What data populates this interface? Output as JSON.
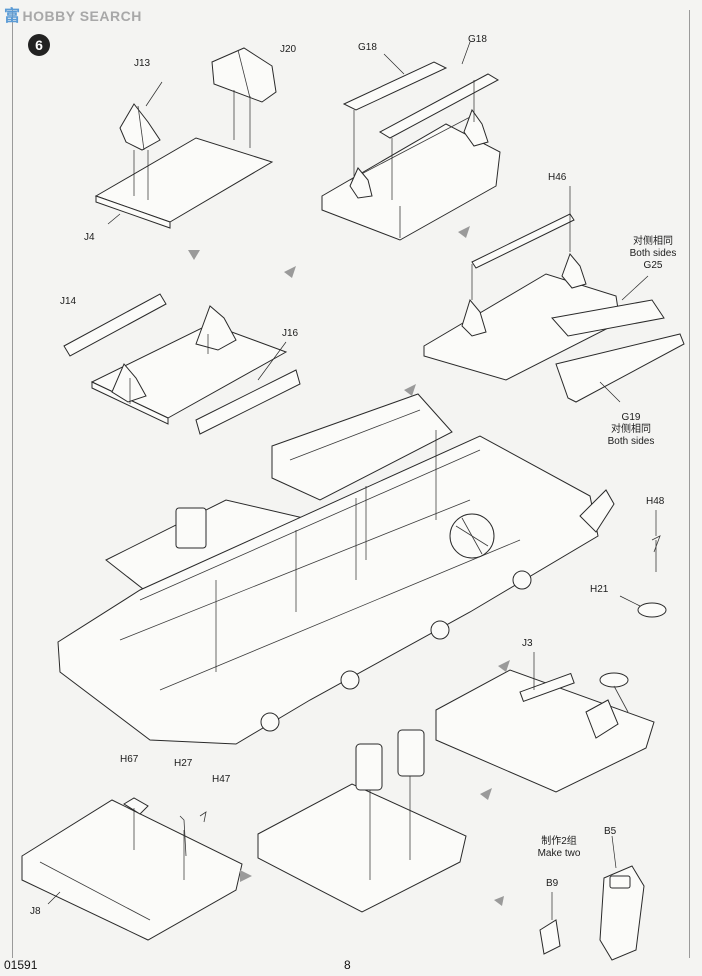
{
  "watermark": {
    "cn": "富",
    "text": "HOBBY SEARCH"
  },
  "step": "6",
  "parts": {
    "j13": "J13",
    "j20": "J20",
    "g18_left": "G18",
    "g18_right": "G18",
    "j4": "J4",
    "h46": "H46",
    "both_sides_cn_top": "对侧相同",
    "both_sides_top": "Both sides",
    "g25": "G25",
    "j14": "J14",
    "j16": "J16",
    "g19": "G19",
    "both_sides_cn_bottom": "对侧相同",
    "both_sides_bottom": "Both sides",
    "h48": "H48",
    "h21": "H21",
    "j3": "J3",
    "h67": "H67",
    "h27": "H27",
    "h47": "H47",
    "make_two_cn": "制作2组",
    "make_two": "Make two",
    "b5": "B5",
    "b9": "B9",
    "j8": "J8"
  },
  "footer": {
    "code": "01591",
    "page": "8"
  }
}
